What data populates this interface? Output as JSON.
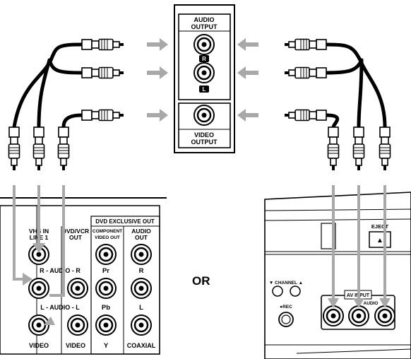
{
  "source_panel": {
    "audio_output_title": [
      "AUDIO",
      "OUTPUT"
    ],
    "right_badge": "R",
    "left_badge": "L",
    "video_output_title": [
      "VIDEO",
      "OUTPUT"
    ]
  },
  "tv_panel": {
    "col1_header": [
      "VHS IN",
      "LINE 1"
    ],
    "col2_header": [
      "DVD/VCR",
      "OUT"
    ],
    "dvd_exclusive_label": "DVD EXCLUSIVE OUT",
    "col3_header": [
      "COMPONENT",
      "VIDEO OUT"
    ],
    "col4_header": [
      "AUDIO",
      "OUT"
    ],
    "row_audio_r": "R - AUDIO - R",
    "row_audio_l": "L - AUDIO - L",
    "label_pr": "Pr",
    "label_pb": "Pb",
    "label_y": "Y",
    "label_r": "R",
    "label_l": "L",
    "bottom_video_1": "VIDEO",
    "bottom_video_2": "VIDEO",
    "bottom_coaxial": "COAXIAL"
  },
  "or_label": "OR",
  "vcr_panel": {
    "eject_label": "EJECT",
    "eject_symbol": "▲",
    "channel_label": "▼ CHANNEL ▲",
    "rec_label": "●REC",
    "av_input_label": "AV INPUT",
    "audio_label": "AUDIO"
  },
  "colors": {
    "arrow": "#a8a8a8",
    "line": "#000000",
    "cable": "#000000"
  }
}
